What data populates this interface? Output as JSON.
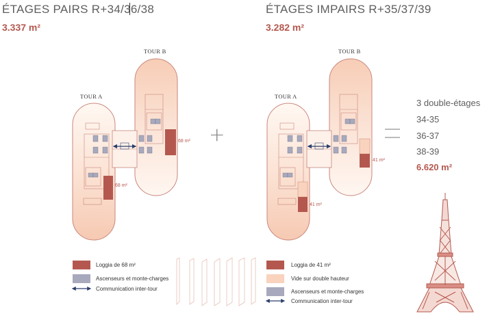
{
  "left_plan": {
    "title": "ÉTAGES PAIRS R+34/36/38",
    "area": "3.337 m²",
    "tour_a": "TOUR A",
    "tour_b": "TOUR B",
    "loggia_b_area": "68 m²",
    "loggia_a_area": "68 m²"
  },
  "right_plan": {
    "title": "ÉTAGES IMPAIRS R+35/37/39",
    "area": "3.282 m²",
    "tour_a": "TOUR A",
    "tour_b": "TOUR B",
    "loggia_b_area": "41 m²",
    "loggia_a_area": "41 m²"
  },
  "operators": {
    "plus": "+",
    "equals": "="
  },
  "result": {
    "line1": "3 double-étages",
    "line2": "34-35",
    "line3": "36-37",
    "line4": "38-39",
    "total": "6.620 m²"
  },
  "legend_left": {
    "loggia": "Loggia de 68 m²",
    "elevators": "Ascenseurs et monte-charges",
    "communication": "Communication inter-tour"
  },
  "legend_right": {
    "loggia": "Loggia de 41 m²",
    "void": "Vide sur double hauteur",
    "elevators": "Ascenseurs et monte-charges",
    "communication": "Communication inter-tour"
  },
  "colors": {
    "loggia": "#b4584f",
    "void": "#f9d3bd",
    "elevator": "#a8a9bd",
    "floor_fill": "#fbe3d6",
    "outline": "#c9867d",
    "accent_text": "#b4584f",
    "arrow": "#2c3e6b"
  },
  "icons": {
    "arrow": "double-arrow-icon",
    "tower": "eiffel-tower-icon"
  }
}
